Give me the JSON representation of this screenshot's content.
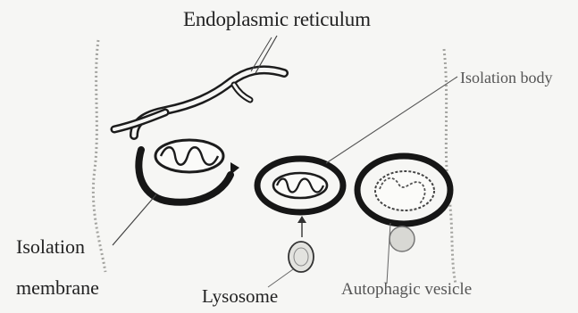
{
  "labels": {
    "endoplasmic_reticulum": "Endoplasmic reticulum",
    "isolation_body": "Isolation body",
    "isolation_membrane_line1": "Isolation",
    "isolation_membrane_line2": "membrane",
    "lysosome": "Lysosome",
    "autophagic_vesicle": "Autophagic vesicle"
  },
  "colors": {
    "background": "#f6f6f4",
    "ink": "#1c1c1c",
    "cell_edge": "#9a9a96"
  }
}
